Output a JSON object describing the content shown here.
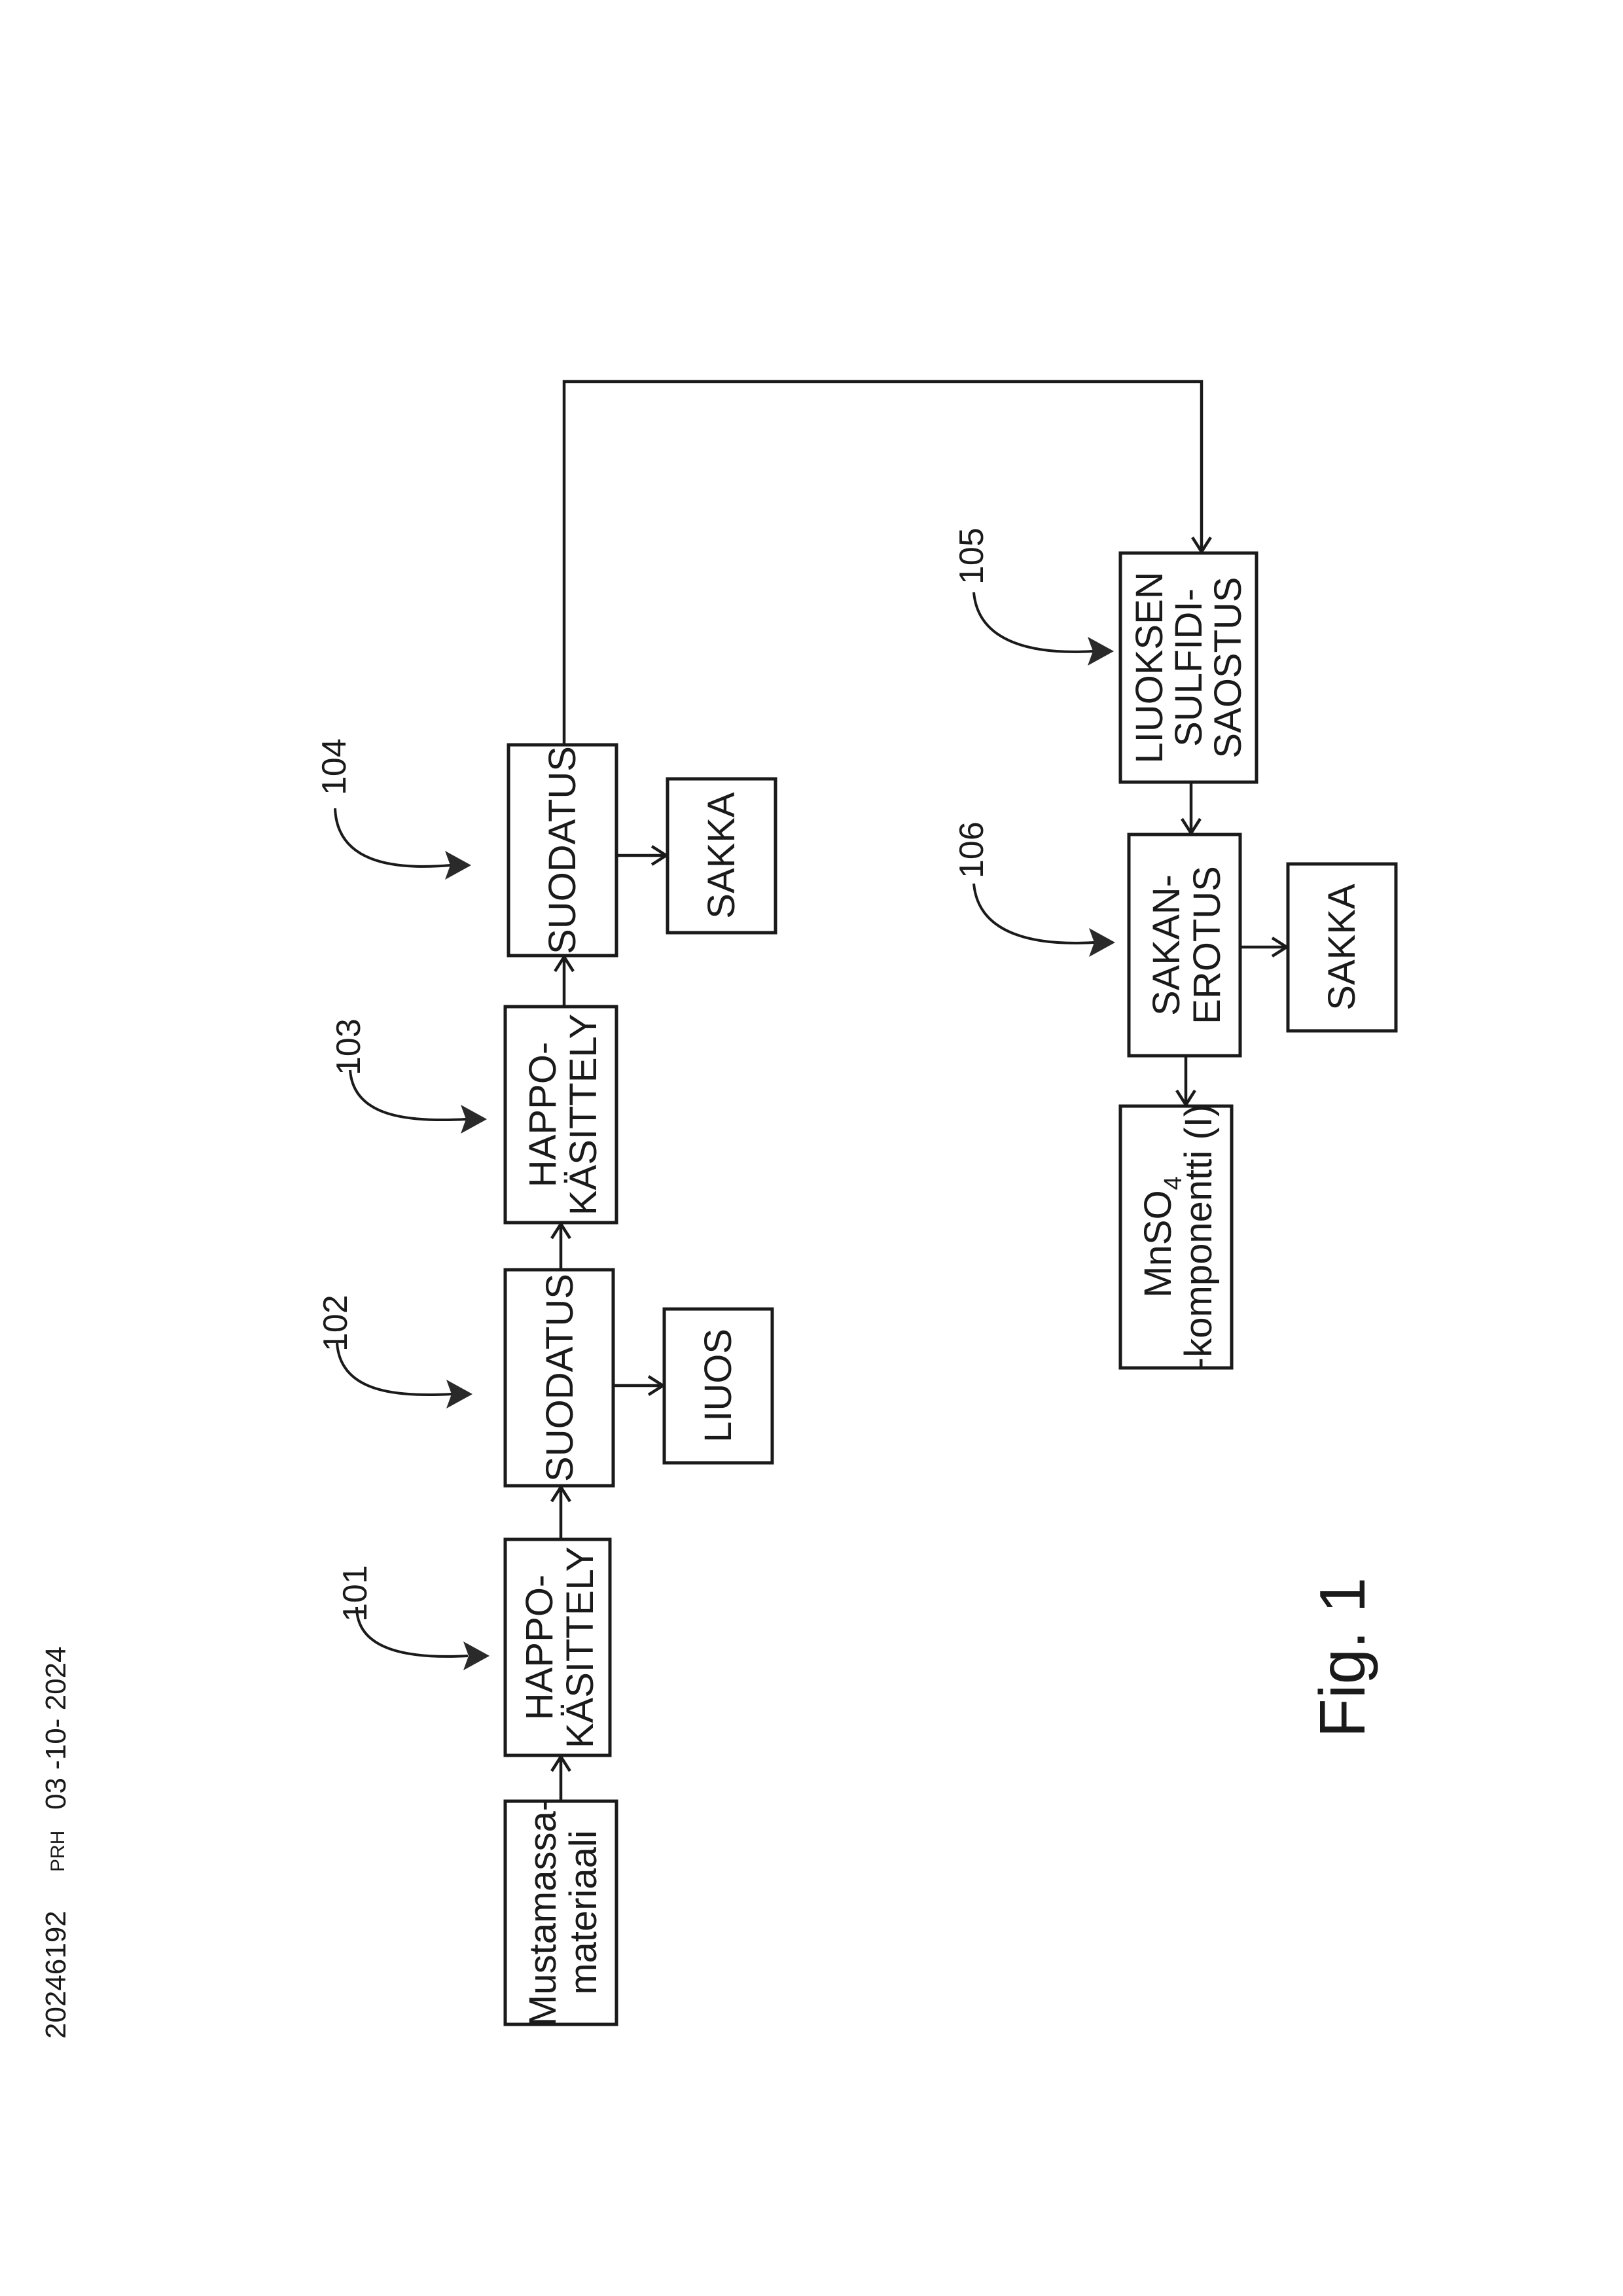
{
  "header": {
    "number": "20246192",
    "office": "PRH",
    "date": "03 -10- 2024"
  },
  "figure_label": "Fig. 1",
  "nodes": {
    "input": [
      "Mustamassa-",
      "materiaali"
    ],
    "acid1": [
      "HAPPO-",
      "KÄSITTELY"
    ],
    "filter1": [
      "SUODATUS"
    ],
    "liuos": [
      "LIUOS"
    ],
    "acid2": [
      "HAPPO-",
      "KÄSITTELY"
    ],
    "filter2": [
      "SUODATUS"
    ],
    "sakka1": [
      "SAKKA"
    ],
    "sulfide": [
      "LIUOKSEN",
      "SULFIDI-",
      "SAOSTUS"
    ],
    "separation": [
      "SAKAN-",
      "EROTUS"
    ],
    "sakka2": [
      "SAKKA"
    ],
    "product": {
      "line1_main": "MnSO",
      "line1_sub": "4",
      "line2": "-komponentti (I)"
    }
  },
  "refs": {
    "r101": "101",
    "r102": "102",
    "r103": "103",
    "r104": "104",
    "r105": "105",
    "r106": "106"
  }
}
